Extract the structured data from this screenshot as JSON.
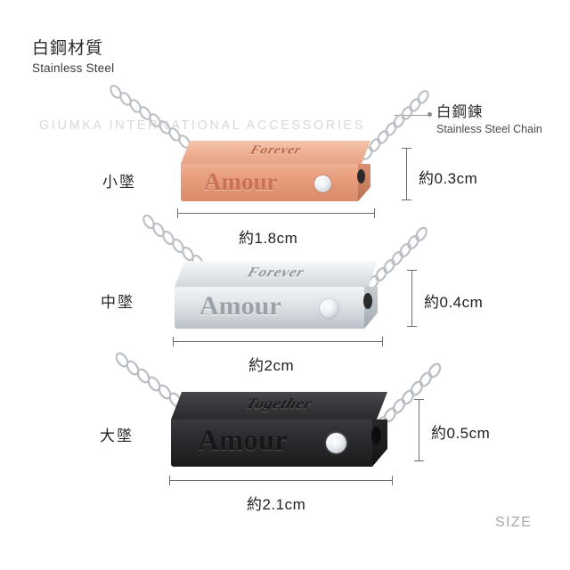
{
  "header": {
    "material_cn": "白鋼材質",
    "material_en": "Stainless Steel"
  },
  "chain_callout": {
    "label_cn": "白鋼鍊",
    "label_en": "Stainless Steel Chain"
  },
  "watermarks": {
    "brand": "GIUMKA INTERNATIONAL ACCESSORIES",
    "corner": "SIZE"
  },
  "colors": {
    "rose_gold": "#e8a183",
    "rose_gold_top": "#f2b79c",
    "rose_gold_dark": "#d98a69",
    "silver": "#d7dadd",
    "silver_top": "#eef0f2",
    "silver_dark": "#b7bcc1",
    "black": "#2a2a2c",
    "black_top": "#3d3d40",
    "black_dark": "#141416",
    "dimension_line": "#6e6e6e",
    "text": "#1f1f1f",
    "watermark": "#d8d8d8"
  },
  "products": [
    {
      "size_label": "小墜",
      "finish": "rose-gold",
      "engraving_top": "Forever",
      "engraving_front": "Amour",
      "has_gem": true,
      "width_label": "約1.8cm",
      "height_label": "約0.3cm"
    },
    {
      "size_label": "中墜",
      "finish": "silver",
      "engraving_top": "Forever",
      "engraving_front": "Amour",
      "has_gem": true,
      "width_label": "約2cm",
      "height_label": "約0.4cm"
    },
    {
      "size_label": "大墜",
      "finish": "black",
      "engraving_top": "Together",
      "engraving_front": "Amour",
      "has_gem": true,
      "width_label": "約2.1cm",
      "height_label": "約0.5cm"
    }
  ]
}
